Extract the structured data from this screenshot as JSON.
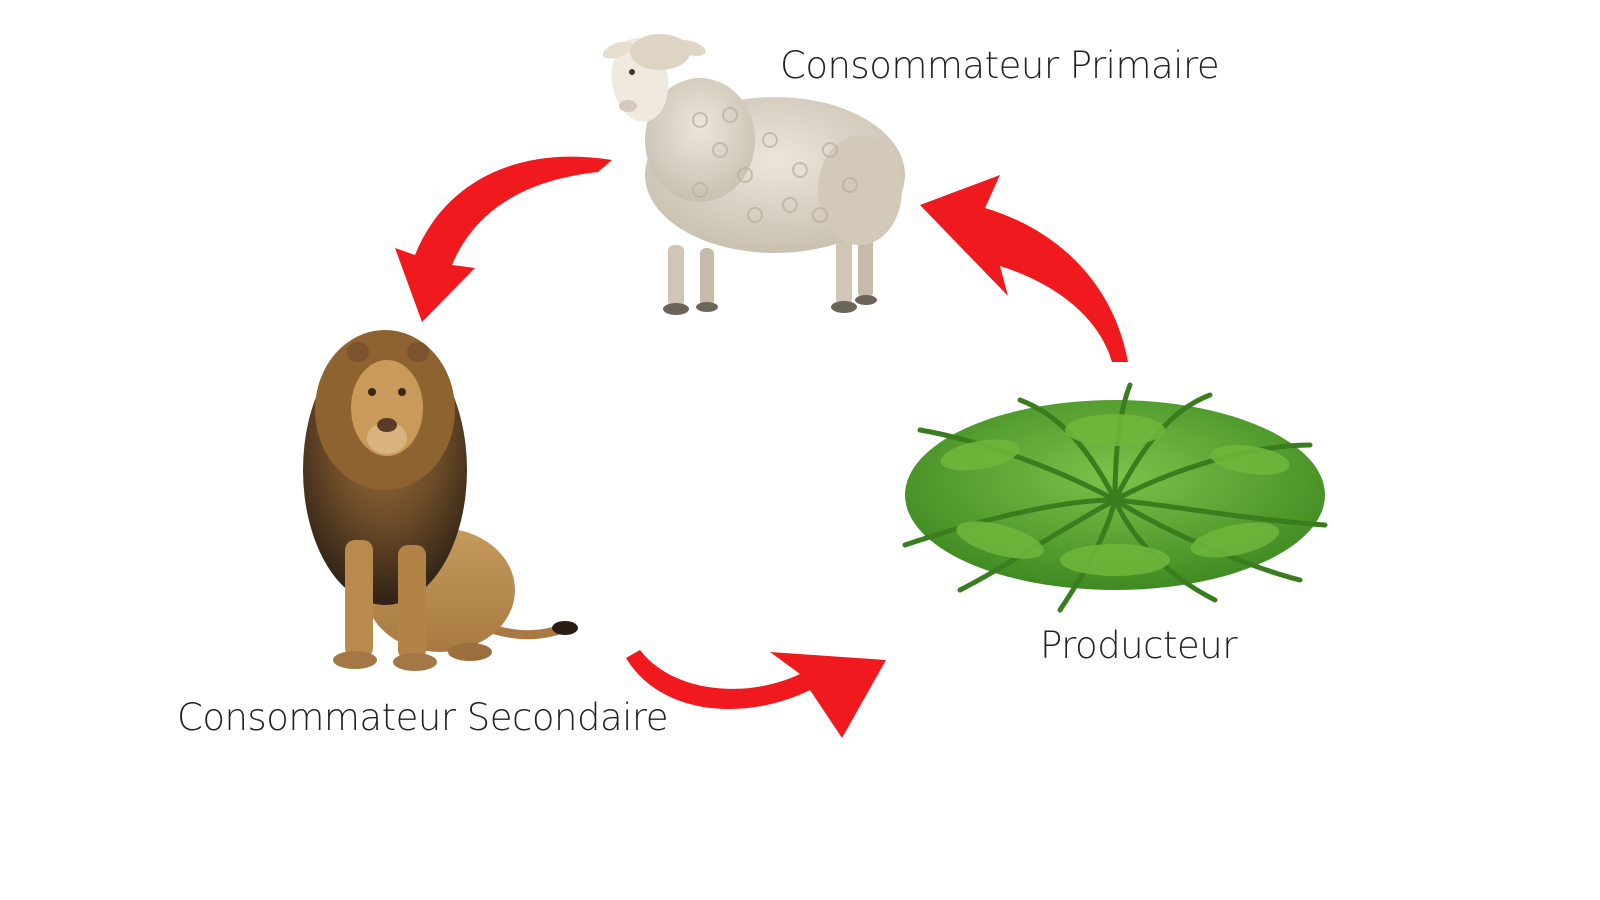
{
  "nodes": {
    "primary_consumer": {
      "label": "Consommateur Primaire",
      "icon": "sheep-icon"
    },
    "secondary_consumer": {
      "label": "Consommateur Secondaire",
      "icon": "lion-icon"
    },
    "producer": {
      "label": "Producteur",
      "icon": "fern-plant-icon"
    }
  },
  "edges": [
    {
      "from": "Consommateur Primaire",
      "to": "Consommateur Secondaire"
    },
    {
      "from": "Consommateur Secondaire",
      "to": "Producteur"
    },
    {
      "from": "Producteur",
      "to": "Consommateur Primaire"
    }
  ],
  "colors": {
    "arrow": "#f0191e",
    "text": "#222222",
    "background": "#ffffff",
    "sheep_wool": "#ddd6c8",
    "lion_mane": "#4a3420",
    "lion_body": "#b98a4e",
    "fern": "#4f9a2b"
  }
}
